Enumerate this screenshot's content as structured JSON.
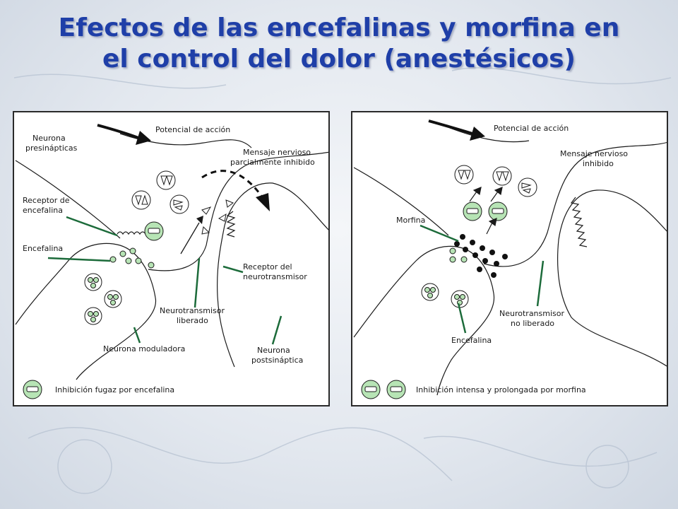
{
  "title": {
    "line1": "Efectos de las encefalinas y morfina en",
    "line2": "el control del dolor (anestésicos)"
  },
  "colors": {
    "title": "#1f3fa8",
    "vesicle_green": "#b7e4b5",
    "pointer_green": "#1c6b3a",
    "morphine": "#111111"
  },
  "left_panel": {
    "labels": {
      "action_potential": "Potencial de acción",
      "presynaptic_1": "Neurona",
      "presynaptic_2": "presinápticas",
      "message_1": "Mensaje nervioso",
      "message_2": "parcialmente inhibido",
      "receptor_enk_1": "Receptor de",
      "receptor_enk_2": "encefalina",
      "enkephalin": "Encefalina",
      "receptor_nt_1": "Receptor del",
      "receptor_nt_2": "neurotransmisor",
      "nt_released_1": "Neurotransmisor",
      "nt_released_2": "liberado",
      "modulator": "Neurona moduladora",
      "postsynaptic_1": "Neurona",
      "postsynaptic_2": "postsináptica"
    },
    "legend": "Inhibición fugaz por encefalina"
  },
  "right_panel": {
    "labels": {
      "action_potential": "Potencial de acción",
      "message_1": "Mensaje nervioso",
      "message_2": "inhibido",
      "morphine": "Morfina",
      "nt_not_released_1": "Neurotransmisor",
      "nt_not_released_2": "no liberado",
      "enkephalin": "Encefalina"
    },
    "legend": "Inhibición intensa y prolongada por morfina"
  }
}
